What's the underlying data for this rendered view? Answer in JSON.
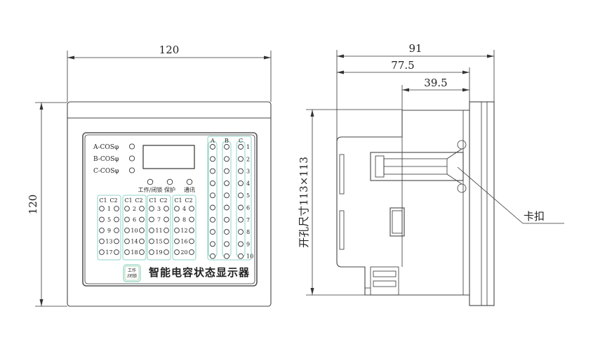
{
  "dimensions": {
    "front_width": "120",
    "front_height": "120",
    "side_total": "91",
    "side_mid": "77.5",
    "side_small": "39.5",
    "cutout": "开孔尺寸113×113"
  },
  "front_panel": {
    "cos_labels": [
      "A-COSφ",
      "B-COSφ",
      "C-COSφ"
    ],
    "status_labels": [
      "工作/闭锁",
      "保护",
      "通讯"
    ],
    "group_headers": [
      "C1",
      "C2"
    ],
    "step_groups": [
      [
        [
          "1",
          "2"
        ],
        [
          "5",
          "6"
        ],
        [
          "9",
          "10"
        ],
        [
          "13",
          "14"
        ],
        [
          "17",
          "18"
        ]
      ],
      [
        [
          "3",
          "4"
        ],
        [
          "7",
          "8"
        ],
        [
          "11",
          "12"
        ],
        [
          "15",
          "16"
        ],
        [
          "19",
          "20"
        ]
      ]
    ],
    "abc_headers": [
      "A",
      "B",
      "C"
    ],
    "abc_numbers": [
      "1",
      "2",
      "3",
      "4",
      "5",
      "6",
      "7",
      "8",
      "9",
      "10"
    ],
    "button_label_line1": "工作",
    "button_label_line2": "/闭锁",
    "product_title": "智能电容状态显示器"
  },
  "side_view": {
    "clip_label": "卡扣"
  }
}
